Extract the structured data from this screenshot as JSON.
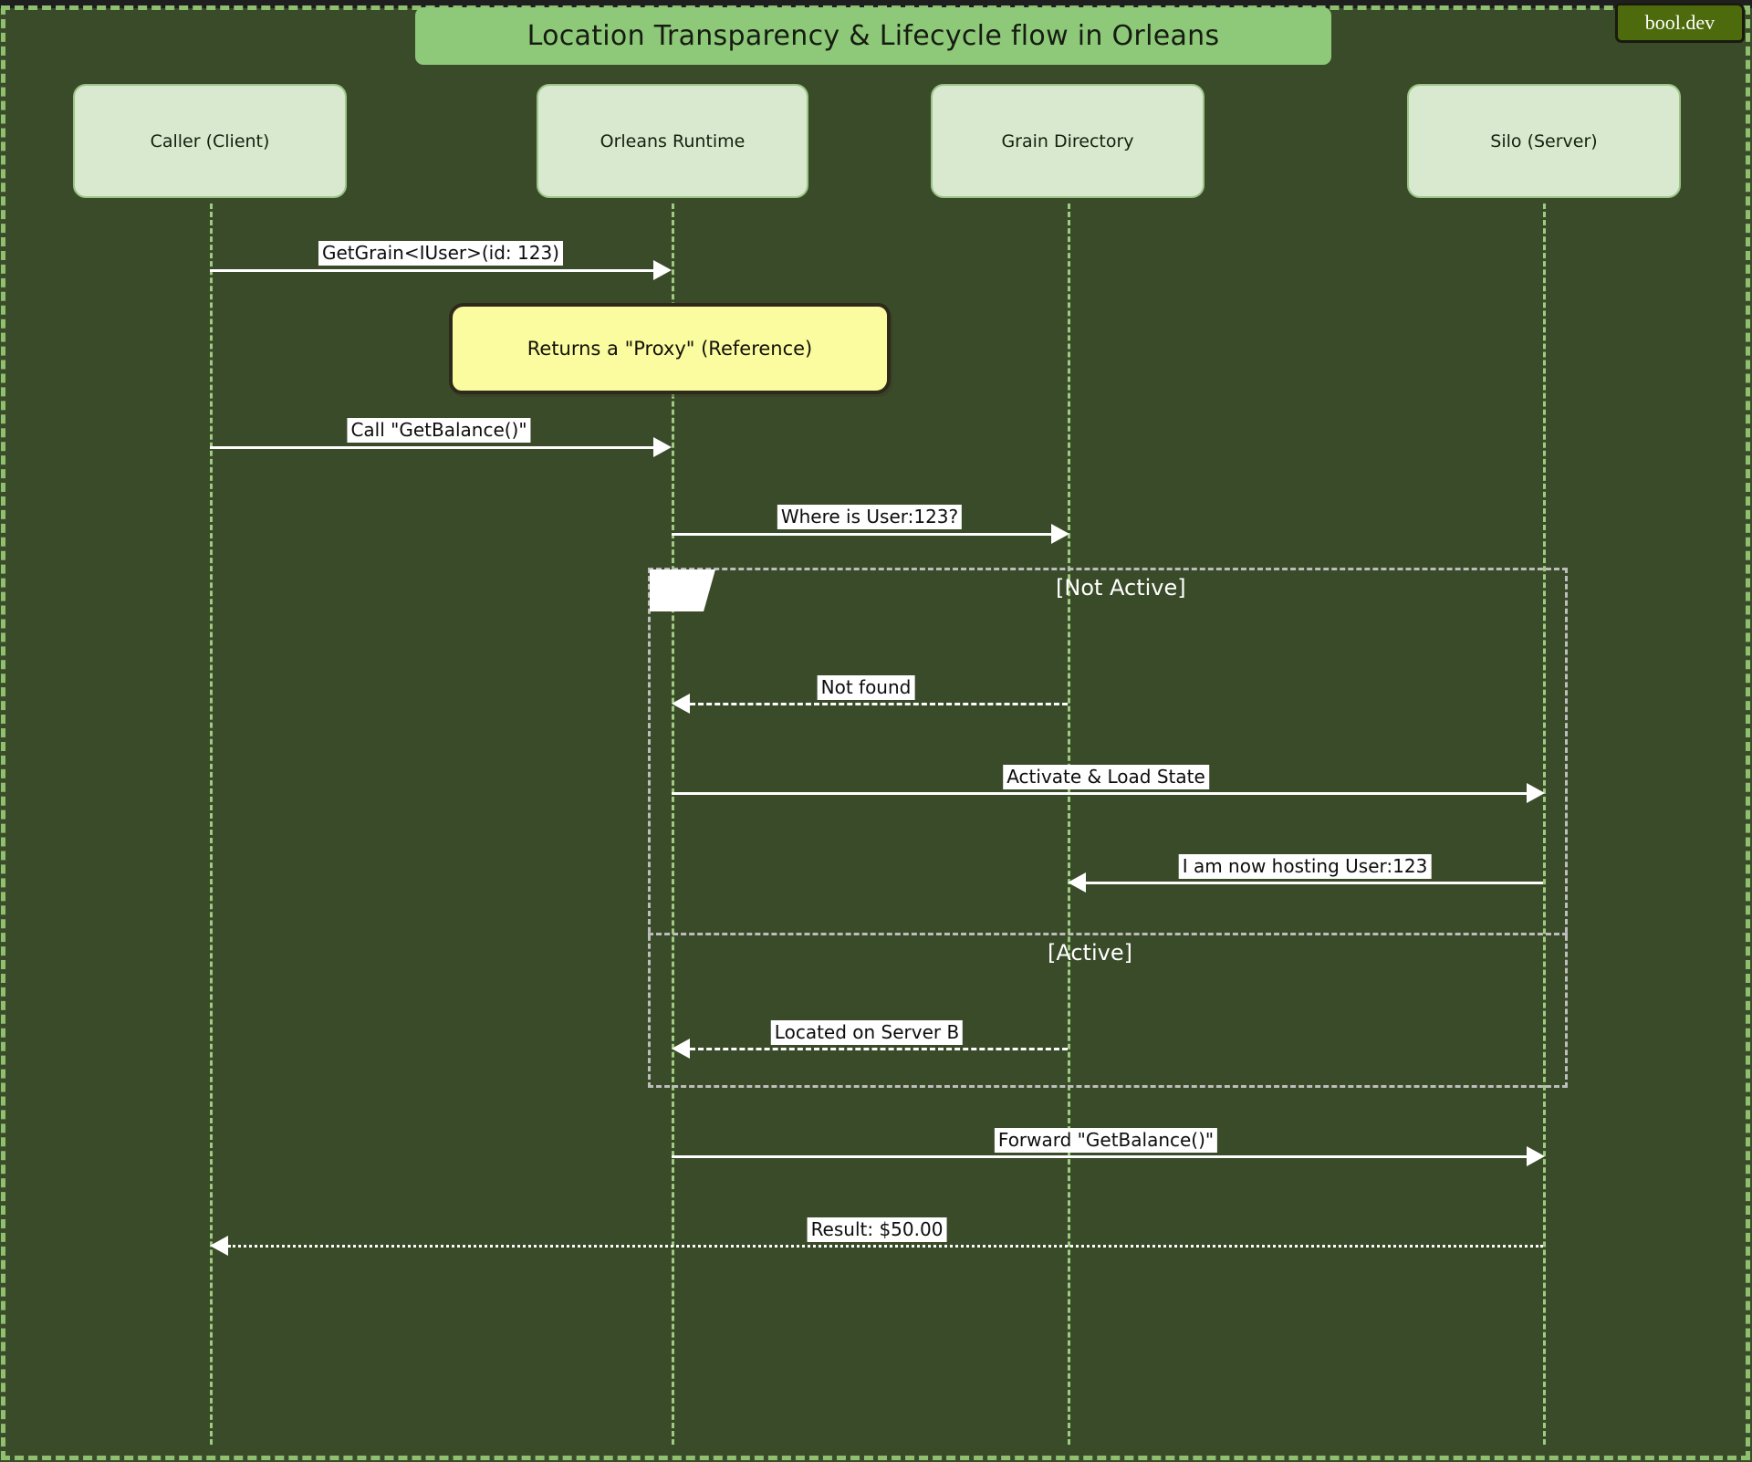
{
  "diagram": {
    "title": "Location Transparency & Lifecycle flow in Orleans",
    "brand": "bool.dev",
    "colors": {
      "canvas_bg": "#3a4b29",
      "title_bg": "#8ec97a",
      "participant_bg": "#d8e9cf",
      "note_bg": "#fbfba0",
      "lifeline": "#9ecb80",
      "arrow": "#ffffff",
      "fragment_border": "#bdbdbd",
      "brand_bg": "#4d6b0c"
    }
  },
  "participants": [
    {
      "id": "caller",
      "label": "Caller (Client)"
    },
    {
      "id": "runtime",
      "label": "Orleans Runtime"
    },
    {
      "id": "directory",
      "label": "Grain Directory"
    },
    {
      "id": "silo",
      "label": "Silo (Server)"
    }
  ],
  "notes": [
    {
      "id": "proxy-note",
      "text": "Returns a \"Proxy\" (Reference)"
    }
  ],
  "fragments": [
    {
      "id": "activation-alt",
      "tab_label": "",
      "sections": [
        {
          "label": "[Not Active]"
        },
        {
          "label": "[Active]"
        }
      ]
    }
  ],
  "messages": [
    {
      "id": "m1",
      "from": "caller",
      "to": "runtime",
      "label": "GetGrain<IUser>(id: 123)",
      "style": "solid",
      "direction": "right"
    },
    {
      "id": "m2",
      "from": "caller",
      "to": "runtime",
      "label": "Call \"GetBalance()\"",
      "style": "solid",
      "direction": "right"
    },
    {
      "id": "m3",
      "from": "runtime",
      "to": "directory",
      "label": "Where is User:123?",
      "style": "solid",
      "direction": "right"
    },
    {
      "id": "m4",
      "from": "directory",
      "to": "runtime",
      "label": "Not found",
      "style": "dashed",
      "direction": "left"
    },
    {
      "id": "m5",
      "from": "runtime",
      "to": "silo",
      "label": "Activate & Load State",
      "style": "solid",
      "direction": "right"
    },
    {
      "id": "m6",
      "from": "silo",
      "to": "directory",
      "label": "I am now hosting User:123",
      "style": "solid",
      "direction": "left"
    },
    {
      "id": "m7",
      "from": "directory",
      "to": "runtime",
      "label": "Located on Server B",
      "style": "dashed",
      "direction": "left"
    },
    {
      "id": "m8",
      "from": "runtime",
      "to": "silo",
      "label": "Forward \"GetBalance()\"",
      "style": "solid",
      "direction": "right"
    },
    {
      "id": "m9",
      "from": "silo",
      "to": "caller",
      "label": "Result: $50.00",
      "style": "dotted",
      "direction": "left"
    }
  ]
}
